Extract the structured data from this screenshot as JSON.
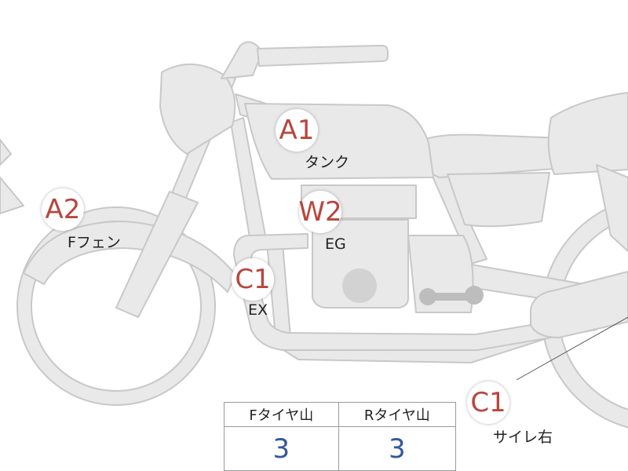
{
  "colors": {
    "bike_fill": "#e9e9e9",
    "bike_stroke": "#c8c8c8",
    "marker_text": "#b8463e",
    "value_text": "#33589a"
  },
  "markers": [
    {
      "code": "A1",
      "label": "タンク"
    },
    {
      "code": "A2",
      "label": "Fフェン"
    },
    {
      "code": "W2",
      "label": "EG"
    },
    {
      "code": "C1",
      "label": "EX"
    },
    {
      "code": "C1",
      "label": "サイレ右"
    }
  ],
  "tire_table": {
    "headers": [
      "Fタイヤ山",
      "Rタイヤ山"
    ],
    "values": [
      "3",
      "3"
    ]
  }
}
